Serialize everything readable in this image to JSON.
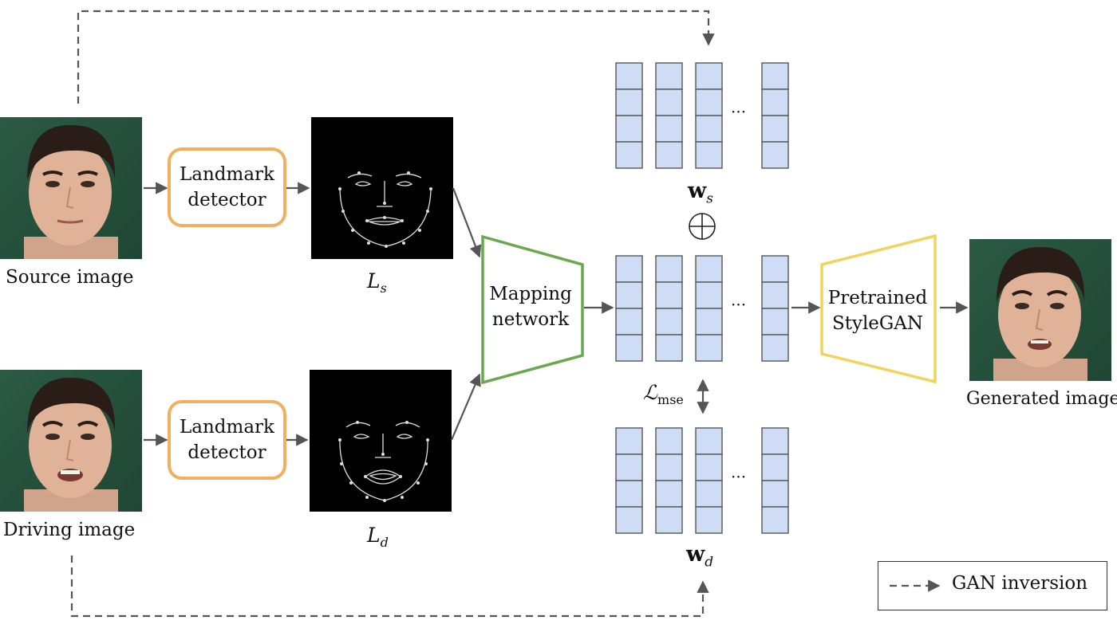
{
  "inputs": {
    "source_caption": "Source image",
    "driving_caption": "Driving image"
  },
  "landmark_detector": {
    "label_line1": "Landmark",
    "label_line2": "detector"
  },
  "landmarks": {
    "source_symbol": "L",
    "source_subscript": "s",
    "driving_symbol": "L",
    "driving_subscript": "d"
  },
  "mapping_network": {
    "label_line1": "Mapping",
    "label_line2": "network"
  },
  "latent_codes": {
    "ws_symbol": "w",
    "ws_subscript": "s",
    "wd_symbol": "w",
    "wd_subscript": "d",
    "combine_operator": "⊕",
    "ellipsis": "···"
  },
  "loss": {
    "symbol": "ℒ",
    "subscript": "mse"
  },
  "generator": {
    "label_line1": "Pretrained",
    "label_line2": "StyleGAN"
  },
  "output": {
    "caption": "Generated image"
  },
  "legend": {
    "gan_inversion_label": "GAN inversion"
  },
  "colors": {
    "landmark_border": "#f0b060",
    "mapping_border": "#6aa84f",
    "stylegan_border": "#f1d45f",
    "latent_fill": "#cfdcf5",
    "latent_border": "#555555",
    "arrow": "#555555",
    "photo_bg": "#2f5a42",
    "skin": "#e2b59a",
    "hair": "#2a1d17"
  }
}
